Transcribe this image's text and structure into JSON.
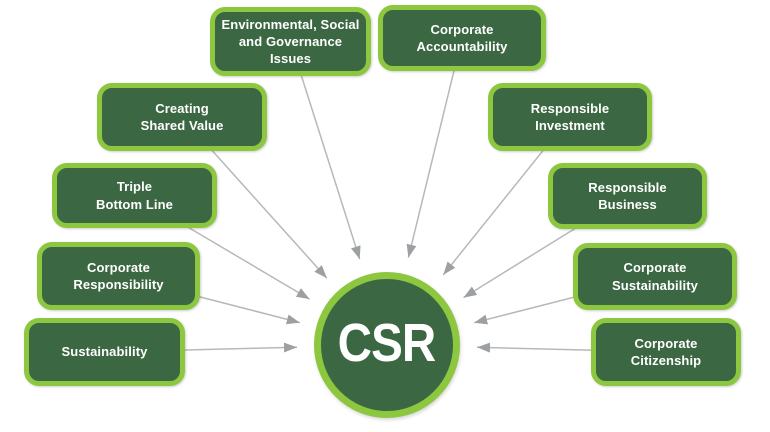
{
  "diagram": {
    "center": {
      "label": "CSR"
    },
    "nodes": [
      {
        "id": "environmental-social-governance-issues",
        "label": "Environmental, Social\nand Governance\nIssues"
      },
      {
        "id": "corporate-accountability",
        "label": "Corporate\nAccountability"
      },
      {
        "id": "creating-shared-value",
        "label": "Creating\nShared Value"
      },
      {
        "id": "responsible-investment",
        "label": "Responsible\nInvestment"
      },
      {
        "id": "triple-bottom-line",
        "label": "Triple\nBottom Line"
      },
      {
        "id": "responsible-business",
        "label": "Responsible\nBusiness"
      },
      {
        "id": "corporate-responsibility",
        "label": "Corporate\nResponsibility"
      },
      {
        "id": "corporate-sustainability",
        "label": "Corporate\nSustainability"
      },
      {
        "id": "sustainability",
        "label": "Sustainability"
      },
      {
        "id": "corporate-citizenship",
        "label": "Corporate\nCitizenship"
      }
    ],
    "colors": {
      "box_fill": "#3b6742",
      "box_border": "#8dc63f",
      "arrow_line": "#b7b8ba",
      "arrow_head": "#9da0a3",
      "text": "#ffffff",
      "background": "#ffffff"
    }
  }
}
